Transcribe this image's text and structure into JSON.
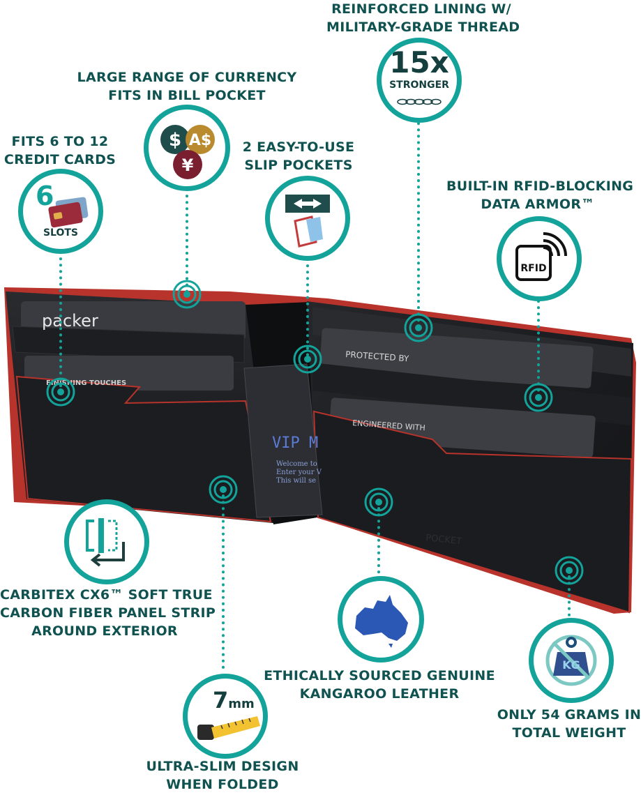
{
  "features": {
    "reinforced": {
      "line1": "REINFORCED LINING W/",
      "line2": "MILITARY-GRADE THREAD",
      "badge_big": "15x",
      "badge_small": "STRONGER"
    },
    "currency": {
      "line1": "LARGE RANGE OF CURRENCY",
      "line2": "FITS IN BILL POCKET",
      "sym1": "$",
      "sym2": "A$",
      "sym3": "¥"
    },
    "cards": {
      "line1": "FITS 6 TO 12",
      "line2": "CREDIT CARDS",
      "badge_num": "6",
      "badge_small": "SLOTS"
    },
    "slip": {
      "line1": "2 EASY-TO-USE",
      "line2": "SLIP POCKETS"
    },
    "rfid": {
      "line1": "BUILT-IN RFID-BLOCKING",
      "line2": "DATA ARMOR™",
      "badge": "RFID"
    },
    "carbitex": {
      "line1": "CARBITEX CX6™ SOFT TRUE",
      "line2": "CARBON FIBER PANEL STRIP",
      "line3": "AROUND EXTERIOR"
    },
    "kangaroo": {
      "line1": "ETHICALLY SOURCED GENUINE",
      "line2": "KANGAROO LEATHER"
    },
    "weight": {
      "line1": "ONLY 54 GRAMS IN",
      "line2": "TOTAL WEIGHT",
      "badge": "KG"
    },
    "slim": {
      "line1": "ULTRA-SLIM DESIGN",
      "line2": "WHEN FOLDED",
      "badge_num": "7",
      "badge_unit": "mm"
    }
  },
  "wallet_text": {
    "brand_card": "packer",
    "protected": "PROTECTED BY",
    "engineered": "ENGINEERED WITH",
    "finishing": "FINISHING TOUCHES",
    "vip_title": "VIP M",
    "vip_l1": "Welcome to",
    "vip_l2": "Enter your V",
    "vip_l3": "This will se",
    "embossed": "POCKET"
  },
  "colors": {
    "teal": "#13a39a",
    "dark_teal": "#0f5250",
    "leather": "#1c1d20",
    "stitch_red": "#c0302a"
  }
}
